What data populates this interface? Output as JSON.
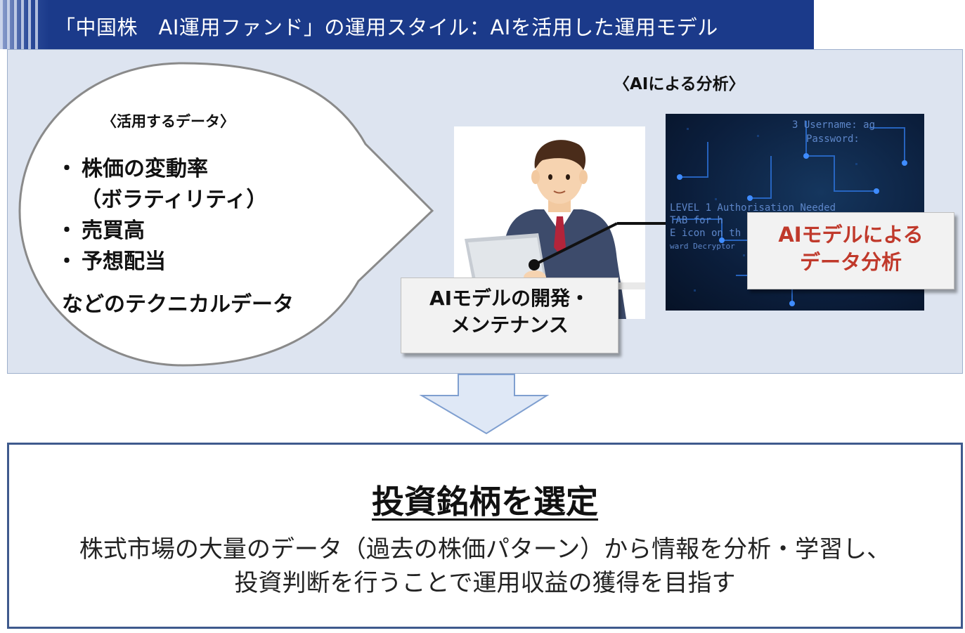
{
  "header": {
    "title": "「中国株　AI運用ファンド」の運用スタイル：AIを活用した運用モデル"
  },
  "data_bubble": {
    "heading": "〈活用するデータ〉",
    "items": [
      {
        "bullet": "・",
        "text": "株価の変動率"
      },
      {
        "bullet": "・",
        "text": "売買高"
      },
      {
        "bullet": "・",
        "text": "予想配当"
      }
    ],
    "item0_sub": "（ボラティリティ）",
    "footer": "などのテクニカルデータ"
  },
  "ai_section": {
    "heading": "〈AIによる分析〉",
    "dev_label_line1": "AIモデルの開発・",
    "dev_label_line2": "メンテナンス",
    "ai_label_line1": "AIモデルによる",
    "ai_label_line2": "データ分析",
    "screen_text": [
      "3 Username: ag",
      "Password:",
      "LEVEL 1 Authorisation Needed",
      "TAB for h",
      "E icon on th",
      "ward Decryptor"
    ]
  },
  "result": {
    "title": "投資銘柄を選定",
    "desc_line1": "株式市場の大量のデータ（過去の株価パターン）から情報を分析・学習し、",
    "desc_line2": "投資判断を行うことで運用収益の獲得を目指す"
  },
  "colors": {
    "title_bg": "#1b3a8a",
    "panel_bg": "#dde4f0",
    "ai_label": "#c0392b",
    "result_border": "#3f5a8d",
    "arrow_fill": "#dfe8f6",
    "arrow_stroke": "#7f9fd0"
  }
}
